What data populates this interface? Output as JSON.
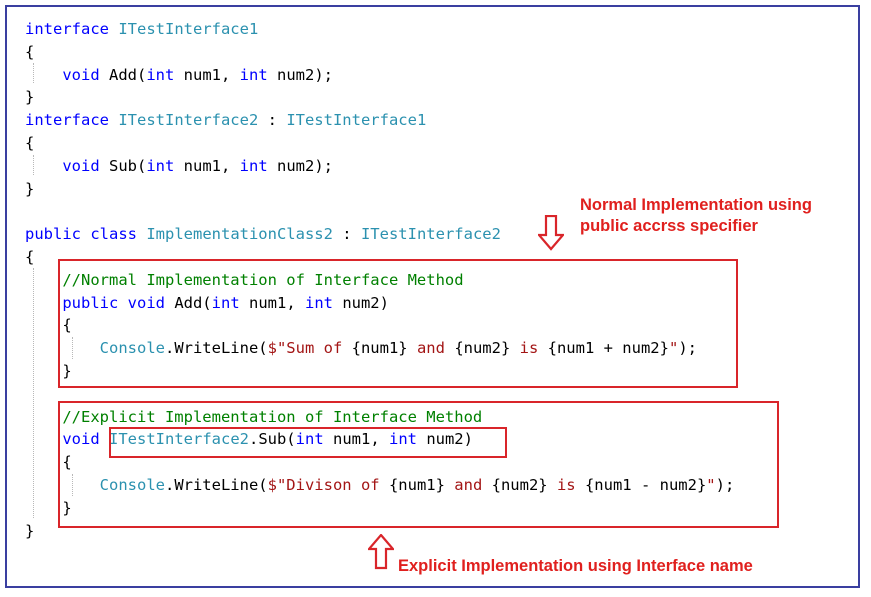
{
  "code_lines": [
    [
      {
        "c": "kw",
        "t": "interface "
      },
      {
        "c": "type",
        "t": "ITestInterface1"
      }
    ],
    [
      {
        "c": "",
        "t": "{"
      }
    ],
    [
      {
        "c": "",
        "t": "    "
      },
      {
        "c": "kw",
        "t": "void"
      },
      {
        "c": "",
        "t": " Add("
      },
      {
        "c": "kw",
        "t": "int"
      },
      {
        "c": "",
        "t": " num1, "
      },
      {
        "c": "kw",
        "t": "int"
      },
      {
        "c": "",
        "t": " num2);"
      }
    ],
    [
      {
        "c": "",
        "t": "}"
      }
    ],
    [
      {
        "c": "kw",
        "t": "interface "
      },
      {
        "c": "type",
        "t": "ITestInterface2"
      },
      {
        "c": "",
        "t": " : "
      },
      {
        "c": "type",
        "t": "ITestInterface1"
      }
    ],
    [
      {
        "c": "",
        "t": "{"
      }
    ],
    [
      {
        "c": "",
        "t": "    "
      },
      {
        "c": "kw",
        "t": "void"
      },
      {
        "c": "",
        "t": " Sub("
      },
      {
        "c": "kw",
        "t": "int"
      },
      {
        "c": "",
        "t": " num1, "
      },
      {
        "c": "kw",
        "t": "int"
      },
      {
        "c": "",
        "t": " num2);"
      }
    ],
    [
      {
        "c": "",
        "t": "}"
      }
    ],
    [
      {
        "c": "",
        "t": ""
      }
    ],
    [
      {
        "c": "kw",
        "t": "public class "
      },
      {
        "c": "type",
        "t": "ImplementationClass2"
      },
      {
        "c": "",
        "t": " : "
      },
      {
        "c": "type",
        "t": "ITestInterface2"
      }
    ],
    [
      {
        "c": "",
        "t": "{"
      }
    ],
    [
      {
        "c": "",
        "t": "    "
      },
      {
        "c": "cmt",
        "t": "//Normal Implementation of Interface Method"
      }
    ],
    [
      {
        "c": "",
        "t": "    "
      },
      {
        "c": "kw",
        "t": "public void"
      },
      {
        "c": "",
        "t": " Add("
      },
      {
        "c": "kw",
        "t": "int"
      },
      {
        "c": "",
        "t": " num1, "
      },
      {
        "c": "kw",
        "t": "int"
      },
      {
        "c": "",
        "t": " num2)"
      }
    ],
    [
      {
        "c": "",
        "t": "    {"
      }
    ],
    [
      {
        "c": "",
        "t": "        "
      },
      {
        "c": "type",
        "t": "Console"
      },
      {
        "c": "",
        "t": ".WriteLine("
      },
      {
        "c": "str",
        "t": "$\"Sum of "
      },
      {
        "c": "",
        "t": "{num1}"
      },
      {
        "c": "str",
        "t": " and "
      },
      {
        "c": "",
        "t": "{num2}"
      },
      {
        "c": "str",
        "t": " is "
      },
      {
        "c": "",
        "t": "{num1 + num2}"
      },
      {
        "c": "str",
        "t": "\""
      },
      {
        "c": "",
        "t": ");"
      }
    ],
    [
      {
        "c": "",
        "t": "    }"
      }
    ],
    [
      {
        "c": "",
        "t": ""
      }
    ],
    [
      {
        "c": "",
        "t": "    "
      },
      {
        "c": "cmt",
        "t": "//Explicit Implementation of Interface Method"
      }
    ],
    [
      {
        "c": "",
        "t": "    "
      },
      {
        "c": "kw",
        "t": "void"
      },
      {
        "c": "",
        "t": " "
      },
      {
        "c": "type",
        "t": "ITestInterface2"
      },
      {
        "c": "",
        "t": ".Sub("
      },
      {
        "c": "kw",
        "t": "int"
      },
      {
        "c": "",
        "t": " num1, "
      },
      {
        "c": "kw",
        "t": "int"
      },
      {
        "c": "",
        "t": " num2)"
      }
    ],
    [
      {
        "c": "",
        "t": "    {"
      }
    ],
    [
      {
        "c": "",
        "t": "        "
      },
      {
        "c": "type",
        "t": "Console"
      },
      {
        "c": "",
        "t": ".WriteLine("
      },
      {
        "c": "str",
        "t": "$\"Divison of "
      },
      {
        "c": "",
        "t": "{num1}"
      },
      {
        "c": "str",
        "t": " and "
      },
      {
        "c": "",
        "t": "{num2}"
      },
      {
        "c": "str",
        "t": " is "
      },
      {
        "c": "",
        "t": "{num1 - num2}"
      },
      {
        "c": "str",
        "t": "\""
      },
      {
        "c": "",
        "t": ");"
      }
    ],
    [
      {
        "c": "",
        "t": "    }"
      }
    ],
    [
      {
        "c": "",
        "t": "}"
      }
    ]
  ],
  "annotations": {
    "normal": "Normal Implementation using\npublic accrss specifier",
    "explicit": "Explicit Implementation using Interface name"
  },
  "colors": {
    "keyword": "#0000ff",
    "type": "#2b91af",
    "string": "#a31515",
    "comment": "#008000",
    "highlight": "#d9252a",
    "frame": "#3a3fa0"
  }
}
